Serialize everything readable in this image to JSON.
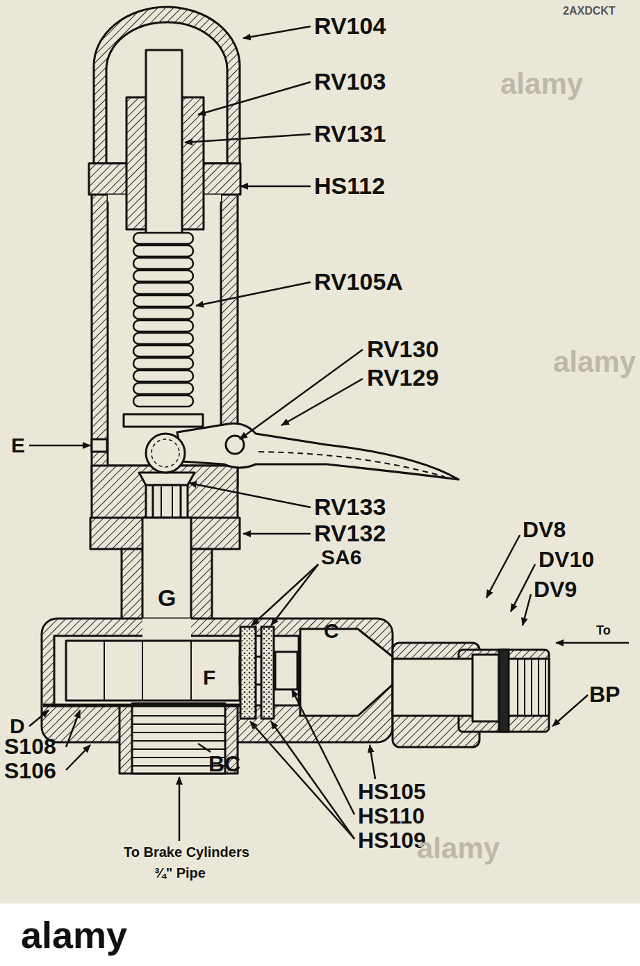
{
  "diagram": {
    "labels": [
      "RV104",
      "RV103",
      "RV131",
      "HS112",
      "RV105A",
      "RV130",
      "RV129",
      "E",
      "RV133",
      "RV132",
      "SA6",
      "DV8",
      "DV10",
      "DV9",
      "To",
      "BP",
      "D",
      "S108",
      "S106",
      "G",
      "F",
      "C",
      "BC",
      "HS105",
      "HS110",
      "HS109",
      "To Brake Cylinders",
      "¾\" Pipe",
      "alamy",
      "alamy",
      "alamy",
      "alamy",
      "2AXDCKT"
    ]
  }
}
